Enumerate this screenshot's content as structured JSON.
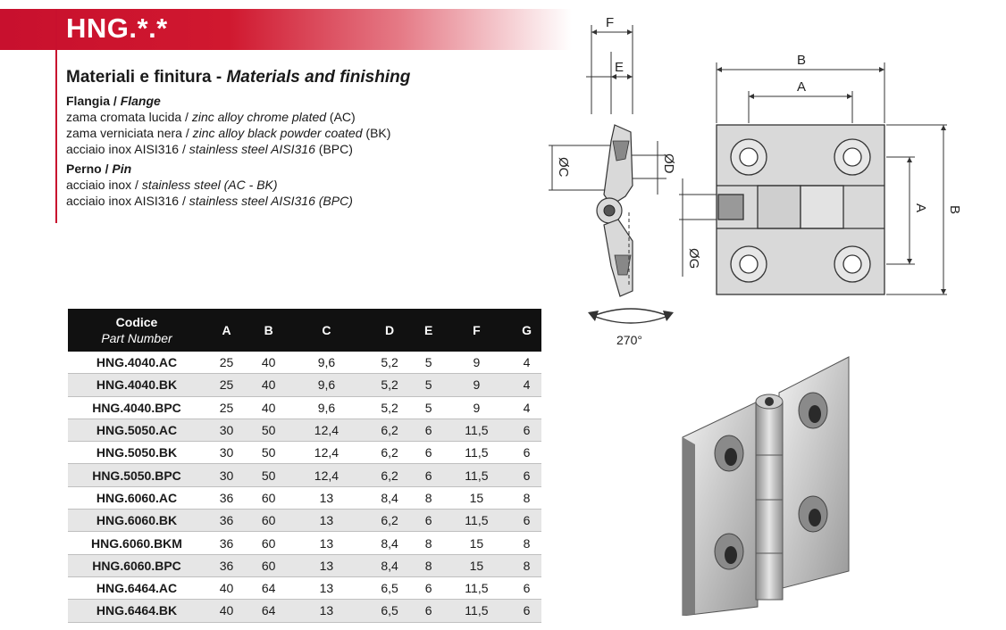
{
  "header": {
    "code": "HNG.*.*"
  },
  "materials": {
    "heading_it": "Materiali e finitura - ",
    "heading_en": "Materials and finishing",
    "flange": {
      "title_it": "Flangia / ",
      "title_en": "Flange",
      "lines": [
        {
          "it": "zama cromata lucida / ",
          "en": "zinc alloy chrome plated",
          "code": " (AC)"
        },
        {
          "it": "zama verniciata nera / ",
          "en": "zinc alloy black powder coated",
          "code": " (BK)"
        },
        {
          "it": "acciaio inox AISI316 / ",
          "en": "stainless steel AISI316",
          "code": " (BPC)"
        }
      ]
    },
    "pin": {
      "title_it": "Perno / ",
      "title_en": "Pin",
      "lines": [
        {
          "it": "acciaio inox / ",
          "en": "stainless steel (AC - BK)",
          "code": ""
        },
        {
          "it": "acciaio inox AISI316 / ",
          "en": "stainless steel AISI316 (BPC)",
          "code": ""
        }
      ]
    }
  },
  "table": {
    "header_code": "Codice",
    "header_part": "Part Number",
    "columns": [
      "A",
      "B",
      "C",
      "D",
      "E",
      "F",
      "G"
    ],
    "rows": [
      [
        "HNG.4040.AC",
        "25",
        "40",
        "9,6",
        "5,2",
        "5",
        "9",
        "4"
      ],
      [
        "HNG.4040.BK",
        "25",
        "40",
        "9,6",
        "5,2",
        "5",
        "9",
        "4"
      ],
      [
        "HNG.4040.BPC",
        "25",
        "40",
        "9,6",
        "5,2",
        "5",
        "9",
        "4"
      ],
      [
        "HNG.5050.AC",
        "30",
        "50",
        "12,4",
        "6,2",
        "6",
        "11,5",
        "6"
      ],
      [
        "HNG.5050.BK",
        "30",
        "50",
        "12,4",
        "6,2",
        "6",
        "11,5",
        "6"
      ],
      [
        "HNG.5050.BPC",
        "30",
        "50",
        "12,4",
        "6,2",
        "6",
        "11,5",
        "6"
      ],
      [
        "HNG.6060.AC",
        "36",
        "60",
        "13",
        "8,4",
        "8",
        "15",
        "8"
      ],
      [
        "HNG.6060.BK",
        "36",
        "60",
        "13",
        "6,2",
        "6",
        "11,5",
        "6"
      ],
      [
        "HNG.6060.BKM",
        "36",
        "60",
        "13",
        "8,4",
        "8",
        "15",
        "8"
      ],
      [
        "HNG.6060.BPC",
        "36",
        "60",
        "13",
        "8,4",
        "8",
        "15",
        "8"
      ],
      [
        "HNG.6464.AC",
        "40",
        "64",
        "13",
        "6,5",
        "6",
        "11,5",
        "6"
      ],
      [
        "HNG.6464.BK",
        "40",
        "64",
        "13",
        "6,5",
        "6",
        "11,5",
        "6"
      ]
    ]
  },
  "drawing": {
    "labels": {
      "F": "F",
      "E": "E",
      "C": "ØC",
      "D": "ØD",
      "G": "ØG",
      "A": "A",
      "B": "B",
      "rotation": "270°"
    }
  },
  "colors": {
    "brand_red": "#c8102e",
    "header_dark": "#111111",
    "row_alt": "#e6e6e6"
  }
}
